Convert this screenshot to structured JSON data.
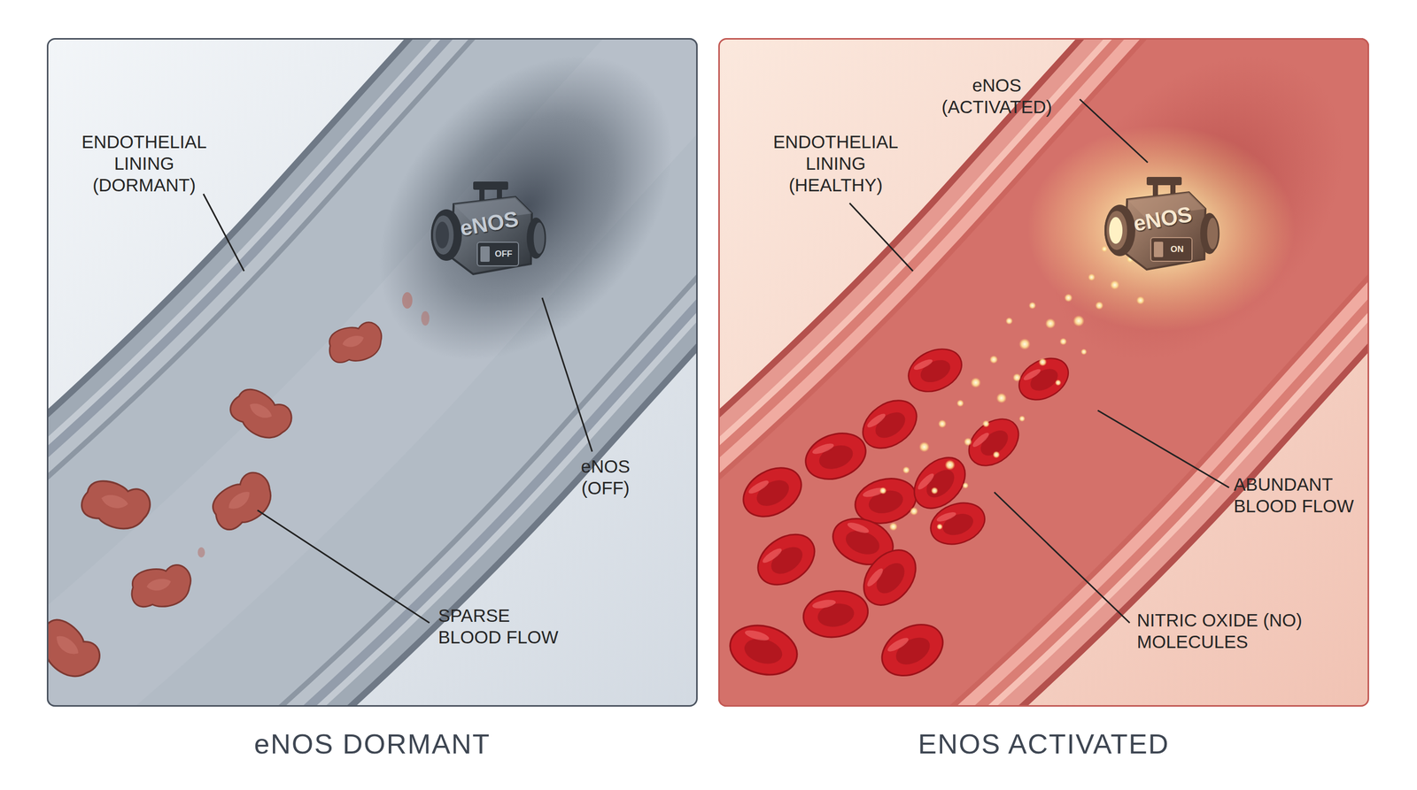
{
  "diagram": {
    "nodes": [
      {
        "text": [
          "eNOS DORMANT"
        ]
      },
      {
        "text": [
          "eNOS",
          "OFF"
        ],
        "in": 0
      },
      {
        "text": [
          "ENOS ACTIVATED"
        ]
      },
      {
        "text": [
          "eNOS",
          "ON"
        ],
        "in": 2
      }
    ],
    "labels": [
      "ENDOTHELIAL LINING (DORMANT)",
      "eNOS (OFF)",
      "SPARSE BLOOD FLOW",
      "eNOS (ACTIVATED)",
      "ENDOTHELIAL LINING (HEALTHY)",
      "ABUNDANT BLOOD FLOW",
      "NITRIC OXIDE (NO) MOLECULES"
    ]
  }
}
